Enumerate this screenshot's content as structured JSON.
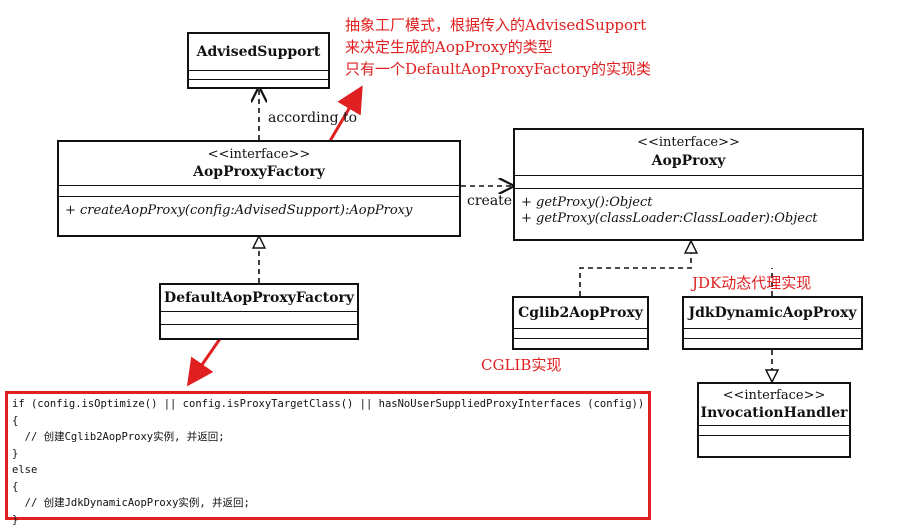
{
  "classes": {
    "advised_support": {
      "name": "AdvisedSupport"
    },
    "aop_proxy_factory": {
      "stereotype": "<<interface>>",
      "name": "AopProxyFactory",
      "methods": [
        "+ createAopProxy(config:AdvisedSupport):AopProxy"
      ]
    },
    "default_factory": {
      "name": "DefaultAopProxyFactory"
    },
    "aop_proxy": {
      "stereotype": "<<interface>>",
      "name": "AopProxy",
      "methods": [
        "+ getProxy():Object",
        "+ getProxy(classLoader:ClassLoader):Object"
      ]
    },
    "cglib": {
      "name": "Cglib2AopProxy"
    },
    "jdk": {
      "name": "JdkDynamicAopProxy"
    },
    "invocation_handler": {
      "stereotype": "<<interface>>",
      "name": "InvocationHandler"
    }
  },
  "edges": {
    "according_to": "according to",
    "create": "create"
  },
  "annotations": {
    "top_note": [
      "抽象工厂模式，根据传入的AdvisedSupport",
      "来决定生成的AopProxy的类型",
      "只有一个DefaultAopProxyFactory的实现类"
    ],
    "jdk_note": "JDK动态代理实现",
    "cglib_note": "CGLIB实现"
  },
  "code": [
    "if (config.isOptimize() || config.isProxyTargetClass() || hasNoUserSuppliedProxyInterfaces (config))",
    "{",
    "  // 创建Cglib2AopProxy实例, 并返回;",
    "}",
    "else",
    "{",
    "  // 创建JdkDynamicAopProxy实例, 并返回;",
    "}"
  ],
  "colors": {
    "annotation": "#e02020",
    "ink": "#111111"
  }
}
